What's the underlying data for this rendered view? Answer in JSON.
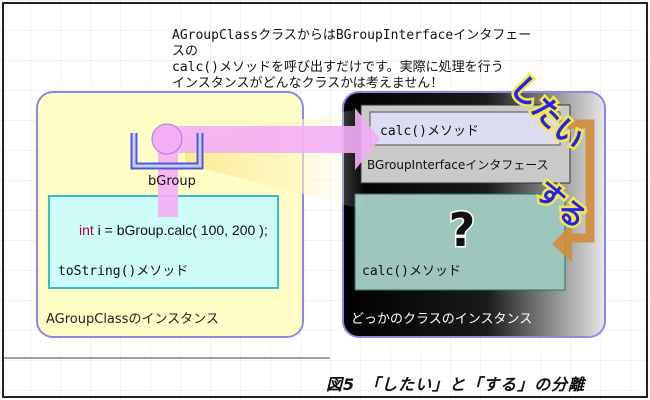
{
  "caption_lines": [
    "AGroupClassクラスからはBGroupInterfaceインタフェースの",
    "calc()メソッドを呼び出すだけです。実際に処理を行う",
    "インスタンスがどんなクラスかは考えません！"
  ],
  "left_instance": {
    "bgroup_label": "bGroup",
    "code_keyword": "int",
    "code_text": " i = bGroup.calc( 100, 200 );",
    "tostring_label": "toString()メソッド",
    "instance_label": "AGroupClassのインスタンス"
  },
  "right_instance": {
    "interface_calc_label": "calc()メソッド",
    "interface_label": "BGroupInterfaceインタフェース",
    "question_mark": "?",
    "impl_calc_label": "calc()メソッド",
    "instance_label": "どっかのクラスのインスタンス"
  },
  "annotations": {
    "want_label": "したい",
    "do_label": "する"
  },
  "figure_title": "図5　「したい」と「する」の分離",
  "colors": {
    "left_panel": "#fffdc6",
    "left_border": "#8f86ea",
    "inner_teal": "#cdfcf8",
    "teal_border": "#38bcc6",
    "pink": "#f4aef6",
    "dark_panel": "#0a0a0a",
    "interface_calc": "#dcdcf3",
    "interface_box": "#c9c9c9",
    "impl_box": "#9ec6bd",
    "orange": "#d28c3c",
    "label_blue": "#2323ee"
  }
}
